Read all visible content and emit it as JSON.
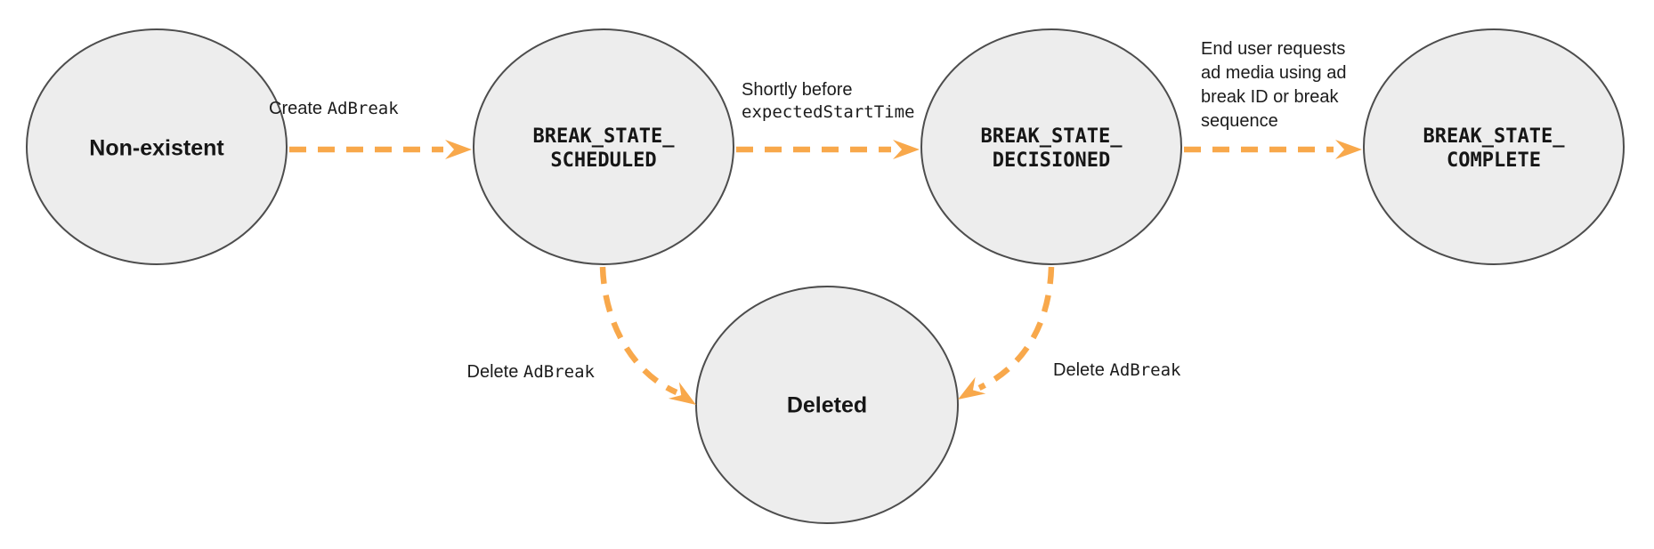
{
  "diagram": {
    "type": "state-machine",
    "colors": {
      "arrow_orange": "#F8A84B",
      "node_fill": "#EDEDED",
      "node_stroke": "#4D4D4D",
      "text": "#1B1B1B",
      "background": "#FFFFFF"
    },
    "nodes": [
      {
        "id": "non-existent",
        "label": "Non-existent"
      },
      {
        "id": "break-state-scheduled",
        "label": "BREAK_STATE_\nSCHEDULED"
      },
      {
        "id": "break-state-decisioned",
        "label": "BREAK_STATE_\nDECISIONED"
      },
      {
        "id": "break-state-complete",
        "label": "BREAK_STATE_\nCOMPLETE"
      },
      {
        "id": "deleted",
        "label": "Deleted"
      }
    ],
    "edges": [
      {
        "from": "non-existent",
        "to": "break-state-scheduled",
        "label_plain": "Create",
        "label_code": "AdBreak"
      },
      {
        "from": "break-state-scheduled",
        "to": "break-state-decisioned",
        "label_plain": "Shortly before",
        "label_code": "expectedStartTime"
      },
      {
        "from": "break-state-decisioned",
        "to": "break-state-complete",
        "label_plain": "End user requests\nad media using ad\nbreak ID or break\nsequence"
      },
      {
        "from": "break-state-scheduled",
        "to": "deleted",
        "label_plain": "Delete",
        "label_code": "AdBreak"
      },
      {
        "from": "break-state-decisioned",
        "to": "deleted",
        "label_plain": "Delete",
        "label_code": "AdBreak"
      }
    ]
  }
}
